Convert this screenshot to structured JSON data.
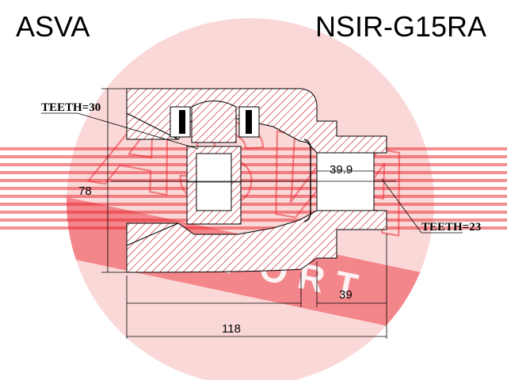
{
  "header": {
    "brand": "ASVA",
    "part_number": "NSIR-G15RA"
  },
  "drawing": {
    "teeth_outer": "TEETH=30",
    "teeth_inner": "TEETH=23",
    "dim_height": "78",
    "dim_bore": "39.9",
    "dim_stub_length": "39",
    "dim_total_length": "118"
  },
  "watermark": {
    "text": "ASVA",
    "subtext": "SPORT",
    "color": "#e8242c"
  },
  "colors": {
    "hatch": "#c8202a",
    "lines": "#000000"
  }
}
